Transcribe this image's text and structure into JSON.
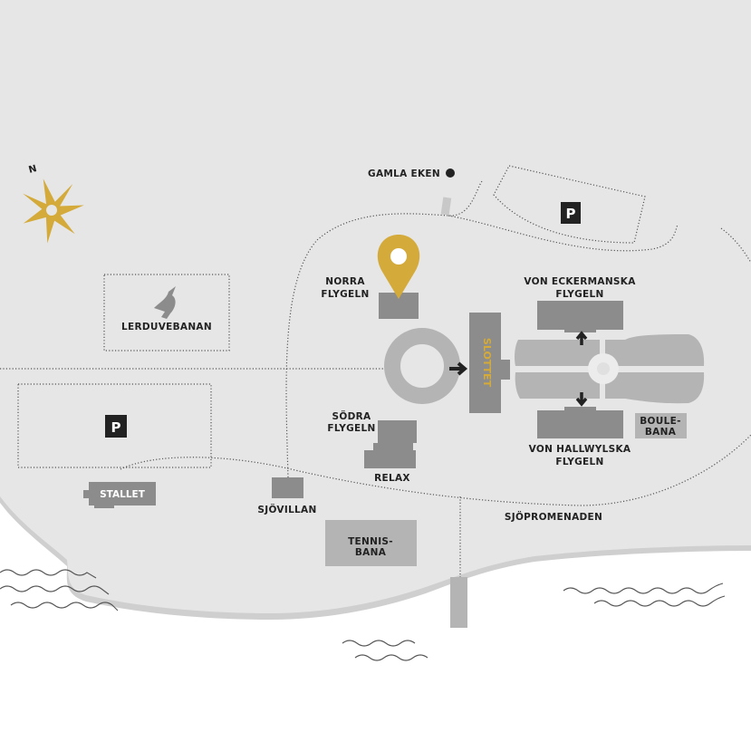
{
  "compass": {
    "label": "N"
  },
  "labels": {
    "gamla_eken": "GAMLA EKEN",
    "norra_1": "NORRA",
    "norra_2": "FLYGELN",
    "lerduvebanan": "LERDUVEBANAN",
    "slottet": "SLOTTET",
    "ecker_1": "VON ECKERMANSKA",
    "ecker_2": "FLYGELN",
    "hallw_1": "VON HALLWYLSKA",
    "hallw_2": "FLYGELN",
    "boule_1": "BOULE-",
    "boule_2": "BANA",
    "sodra_1": "SÖDRA",
    "sodra_2": "FLYGELN",
    "relax": "RELAX",
    "stallet": "STALLET",
    "sjovillan": "SJÖVILLAN",
    "tennis_1": "TENNIS-",
    "tennis_2": "BANA",
    "sjopromenaden": "SJÖPROMENADEN",
    "parking": "P"
  },
  "colors": {
    "land": "#e6e6e6",
    "building": "#8c8c8c",
    "light": "#b4b4b4",
    "accent": "#d4aa3a"
  }
}
